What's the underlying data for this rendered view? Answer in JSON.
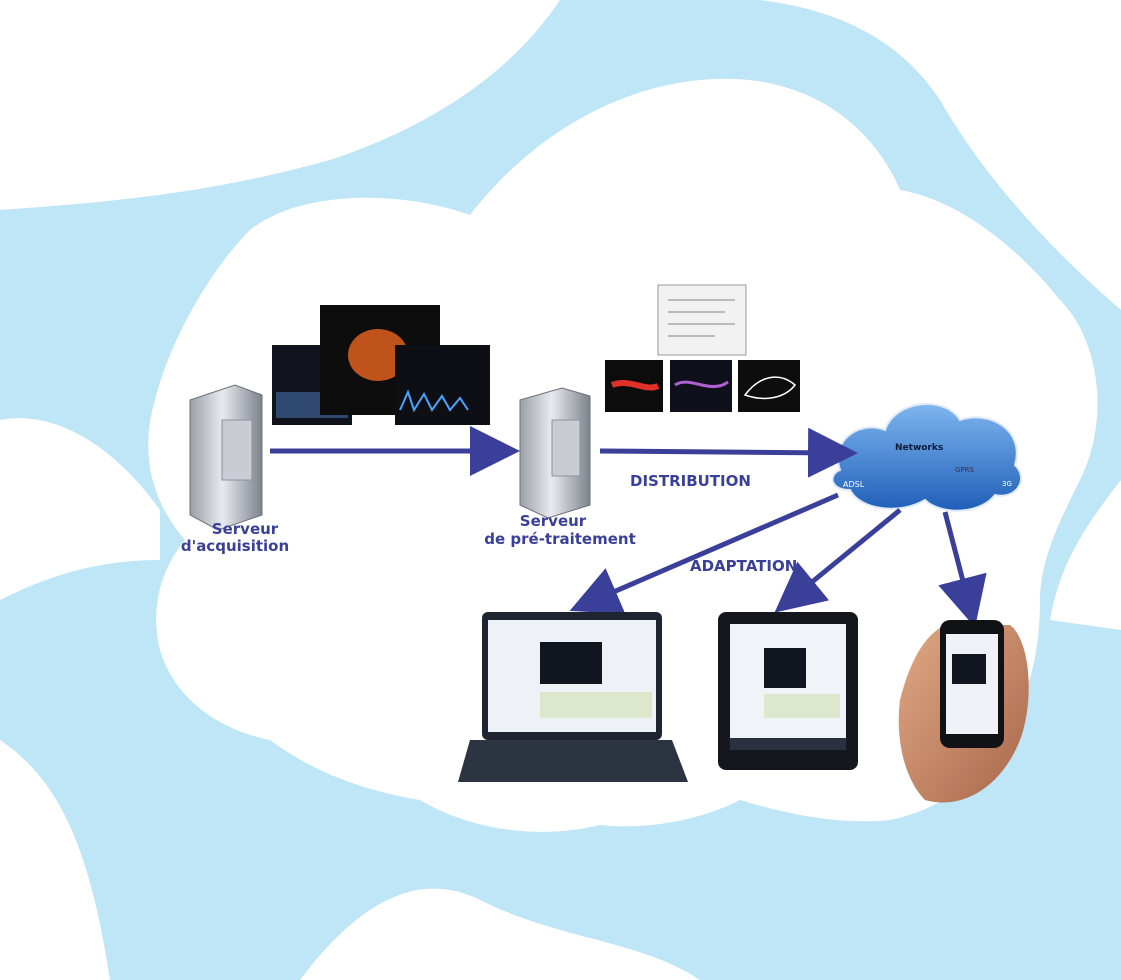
{
  "colors": {
    "background_cloud": "#bfe6f6",
    "inner_area": "#ffffff",
    "arrow": "#3a3f9a",
    "label": "#3a3f9a",
    "network_cloud": "#2e6fc4"
  },
  "nodes": {
    "acquisition_server": {
      "line1": "Serveur",
      "line2": "d'acquisition"
    },
    "preprocessing_server": {
      "line1": "Serveur",
      "line2": "de pré-traitement"
    },
    "network": {
      "center": "Networks",
      "sub1": "ADSL",
      "sub2": "GPRS",
      "sub3": "3G"
    },
    "devices": [
      "laptop",
      "tablet",
      "smartphone"
    ]
  },
  "edges": {
    "distribution": "DISTRIBUTION",
    "adaptation": "ADAPTATION"
  }
}
